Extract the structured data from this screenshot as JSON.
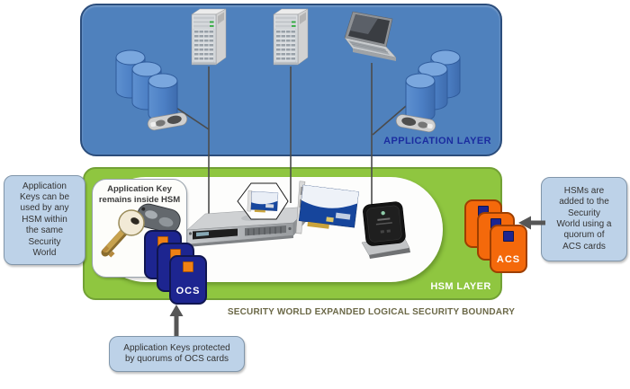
{
  "layers": {
    "application": {
      "label": "APPLICATION LAYER"
    },
    "hsm": {
      "label": "HSM LAYER"
    }
  },
  "boundary_label": "SECURITY WORLD EXPANDED LOGICAL SECURITY BOUNDARY",
  "callouts": {
    "left": "Application Keys can be used by any HSM within the same Security World",
    "hsm_inner": "Application Key remains inside HSM",
    "right": "HSMs are added to the Security World using a quorum of ACS cards",
    "bottom": "Application Keys protected by quorums of OCS cards"
  },
  "cards": {
    "ocs": "OCS",
    "acs": "ACS"
  },
  "icons": {
    "database-icon": "blue cylinder",
    "server-icon": "gray tower server",
    "laptop-icon": "gray laptop",
    "card-reader-icon": "gray smartcard reader",
    "key-fob-icon": "key with fob",
    "rack-hsm-icon": "1U network HSM appliance",
    "pcie-hsm-icon": "blue PCIe HSM card",
    "usb-hsm-icon": "desktop USB HSM",
    "arrow-icon": "gray solid arrow"
  },
  "colors": {
    "app_layer_fill": "#4f81bd",
    "app_layer_border": "#2b4d7c",
    "hsm_layer_fill": "#8fc640",
    "hsm_layer_border": "#72a135",
    "callout_fill": "#bdd2e8",
    "callout_border": "#8196aa",
    "ocs_card_fill": "#1d2590",
    "acs_card_fill": "#f4690b",
    "chip_orange": "#f08114",
    "app_label_text": "#1b2da0",
    "hsm_label_text": "#ffffff",
    "boundary_text": "#6b6847",
    "arrow_gray": "#565656"
  }
}
